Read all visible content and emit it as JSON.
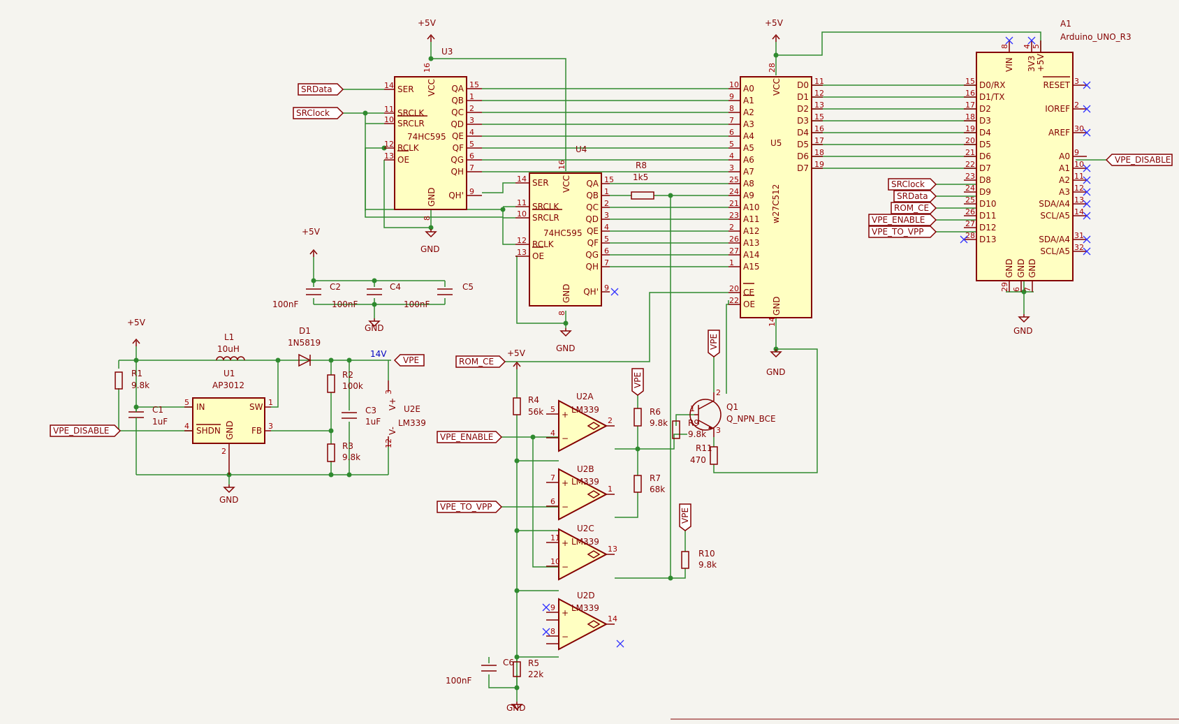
{
  "net": {
    "vcc": "+5V",
    "gnd": "GND",
    "vpe": "VPE",
    "v14": "14V",
    "srdata": "SRData",
    "srclock": "SRClock",
    "vpe_disable": "VPE_DISABLE",
    "rom_ce": "ROM_CE",
    "vpe_enable": "VPE_ENABLE",
    "vpe_to_vpp": "VPE_TO_VPP"
  },
  "u3": {
    "ref": "U3",
    "value": "74HC595",
    "left": [
      [
        "SER",
        "14"
      ],
      [
        "SRCLK",
        "11"
      ],
      [
        "SRCLR",
        "10"
      ],
      [
        "RCLK",
        "12"
      ],
      [
        "OE",
        "13"
      ]
    ],
    "right": [
      [
        "QA",
        "15"
      ],
      [
        "QB",
        "1"
      ],
      [
        "QC",
        "2"
      ],
      [
        "QD",
        "3"
      ],
      [
        "QE",
        "4"
      ],
      [
        "QF",
        "5"
      ],
      [
        "QG",
        "6"
      ],
      [
        "QH",
        "7"
      ],
      [
        "QH'",
        "9"
      ]
    ],
    "vcc": [
      "VCC",
      "16"
    ],
    "gnd": [
      "GND",
      "8"
    ]
  },
  "u4": {
    "ref": "U4",
    "value": "74HC595",
    "left": [
      [
        "SER",
        "14"
      ],
      [
        "SRCLK",
        "11"
      ],
      [
        "SRCLR",
        "10"
      ],
      [
        "RCLK",
        "12"
      ],
      [
        "OE",
        "13"
      ]
    ],
    "right": [
      [
        "QA",
        "15"
      ],
      [
        "QB",
        "1"
      ],
      [
        "QC",
        "2"
      ],
      [
        "QD",
        "3"
      ],
      [
        "QE",
        "4"
      ],
      [
        "QF",
        "5"
      ],
      [
        "QG",
        "6"
      ],
      [
        "QH",
        "7"
      ],
      [
        "QH'",
        "9"
      ]
    ],
    "vcc": [
      "VCC",
      "16"
    ],
    "gnd": [
      "GND",
      "8"
    ]
  },
  "u5": {
    "ref": "U5",
    "value": "w27C512",
    "left": [
      [
        "A0",
        "10"
      ],
      [
        "A1",
        "9"
      ],
      [
        "A2",
        "8"
      ],
      [
        "A3",
        "7"
      ],
      [
        "A4",
        "6"
      ],
      [
        "A5",
        "5"
      ],
      [
        "A6",
        "4"
      ],
      [
        "A7",
        "3"
      ],
      [
        "A8",
        "25"
      ],
      [
        "A9",
        "24"
      ],
      [
        "A10",
        "21"
      ],
      [
        "A11",
        "23"
      ],
      [
        "A12",
        "2"
      ],
      [
        "A13",
        "26"
      ],
      [
        "A14",
        "27"
      ],
      [
        "A15",
        "1"
      ],
      [
        "CE",
        "20"
      ],
      [
        "OE",
        "22"
      ]
    ],
    "right": [
      [
        "D0",
        "11"
      ],
      [
        "D1",
        "12"
      ],
      [
        "D2",
        "13"
      ],
      [
        "D3",
        "15"
      ],
      [
        "D4",
        "16"
      ],
      [
        "D5",
        "17"
      ],
      [
        "D6",
        "18"
      ],
      [
        "D7",
        "19"
      ]
    ],
    "vcc": [
      "VCC",
      "28"
    ],
    "gnd": [
      "GND",
      "14"
    ]
  },
  "a1": {
    "ref": "A1",
    "value": "Arduino_UNO_R3",
    "left": [
      [
        "D0/RX",
        "15"
      ],
      [
        "D1/TX",
        "16"
      ],
      [
        "D2",
        "17"
      ],
      [
        "D3",
        "18"
      ],
      [
        "D4",
        "19"
      ],
      [
        "D5",
        "20"
      ],
      [
        "D6",
        "21"
      ],
      [
        "D7",
        "22"
      ],
      [
        "D8",
        "23"
      ],
      [
        "D9",
        "24"
      ],
      [
        "D10",
        "25"
      ],
      [
        "D11",
        "26"
      ],
      [
        "D12",
        "27"
      ],
      [
        "D13",
        "28"
      ]
    ],
    "right": [
      [
        "RESET",
        "3"
      ],
      [
        "IOREF",
        "2"
      ],
      [
        "AREF",
        "30"
      ],
      [
        "A0",
        "9"
      ],
      [
        "A1",
        "10"
      ],
      [
        "A2",
        "11"
      ],
      [
        "A3",
        "12"
      ],
      [
        "SDA/A4",
        "13"
      ],
      [
        "SCL/A5",
        "14"
      ],
      [
        "SDA/A4",
        "31"
      ],
      [
        "SCL/A5",
        "32"
      ]
    ],
    "top": [
      [
        "VIN",
        "8"
      ],
      [
        "3V3",
        "4"
      ],
      [
        "+5V",
        "5"
      ]
    ],
    "bottom": [
      [
        "GND",
        "29"
      ],
      [
        "GND",
        "6"
      ],
      [
        "GND",
        "7"
      ]
    ]
  },
  "u1": {
    "ref": "U1",
    "value": "AP3012",
    "pins": [
      [
        "IN",
        "5"
      ],
      [
        "SHDN",
        "4"
      ],
      [
        "SW",
        "1"
      ],
      [
        "FB",
        "3"
      ],
      [
        "GND",
        "2"
      ]
    ]
  },
  "u2": {
    "a": "U2A",
    "b": "U2B",
    "c": "U2C",
    "d": "U2D",
    "e": "U2E",
    "value": "LM339",
    "vplus": "V+",
    "vminus": "V-",
    "p3": "3",
    "p12": "12"
  },
  "parts": {
    "r1": [
      "R1",
      "9.8k"
    ],
    "r2": [
      "R2",
      "100k"
    ],
    "r3": [
      "R3",
      "9.8k"
    ],
    "r4": [
      "R4",
      "56k"
    ],
    "r5": [
      "R5",
      "22k"
    ],
    "r6": [
      "R6",
      "9.8k"
    ],
    "r7": [
      "R7",
      "68k"
    ],
    "r8": [
      "R8",
      "1k5"
    ],
    "r9": [
      "R9",
      "9.8k"
    ],
    "r10": [
      "R10",
      "9.8k"
    ],
    "r11": [
      "R11",
      "470"
    ],
    "c1": [
      "C1",
      "1uF"
    ],
    "c2": [
      "C2",
      "100nF"
    ],
    "c3": [
      "C3",
      "1uF"
    ],
    "c4": [
      "C4",
      "100nF"
    ],
    "c5": [
      "C5",
      "100nF"
    ],
    "c6": [
      "C6",
      "100nF"
    ],
    "l1": [
      "L1",
      "10uH"
    ],
    "d1": [
      "D1",
      "1N5819"
    ],
    "q1": [
      "Q1",
      "Q_NPN_BCE"
    ]
  },
  "comp_pins": {
    "a": [
      "5",
      "4",
      "2"
    ],
    "b": [
      "7",
      "6",
      "1"
    ],
    "c": [
      "11",
      "10",
      "13"
    ],
    "d": [
      "9",
      "8",
      "14"
    ]
  }
}
